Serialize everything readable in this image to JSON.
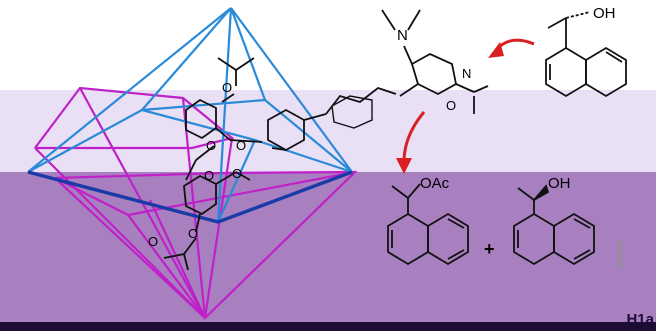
{
  "labels": {
    "oh_top": "OH",
    "n_top": "N",
    "n_ring": "N",
    "o_keto": "O",
    "o_ester_top": "O",
    "o_ester_1": "O",
    "o_ester_2": "O",
    "o_ester_3": "O",
    "o_ester_4": "O",
    "o_bottom_1": "O",
    "o_bottom_2": "O",
    "oac": "OAc",
    "oh_product": "OH",
    "plus": "+",
    "cage_label": "H1a"
  },
  "colors": {
    "band_light": "#e9e0f6",
    "band_dark": "#a880c0",
    "band_bottom": "#1c0c36",
    "cage_blue": "#2a8ad8",
    "cage_dark_blue": "#1a3aa8",
    "cage_magenta": "#c020c8",
    "arrow_red": "#d82020"
  }
}
